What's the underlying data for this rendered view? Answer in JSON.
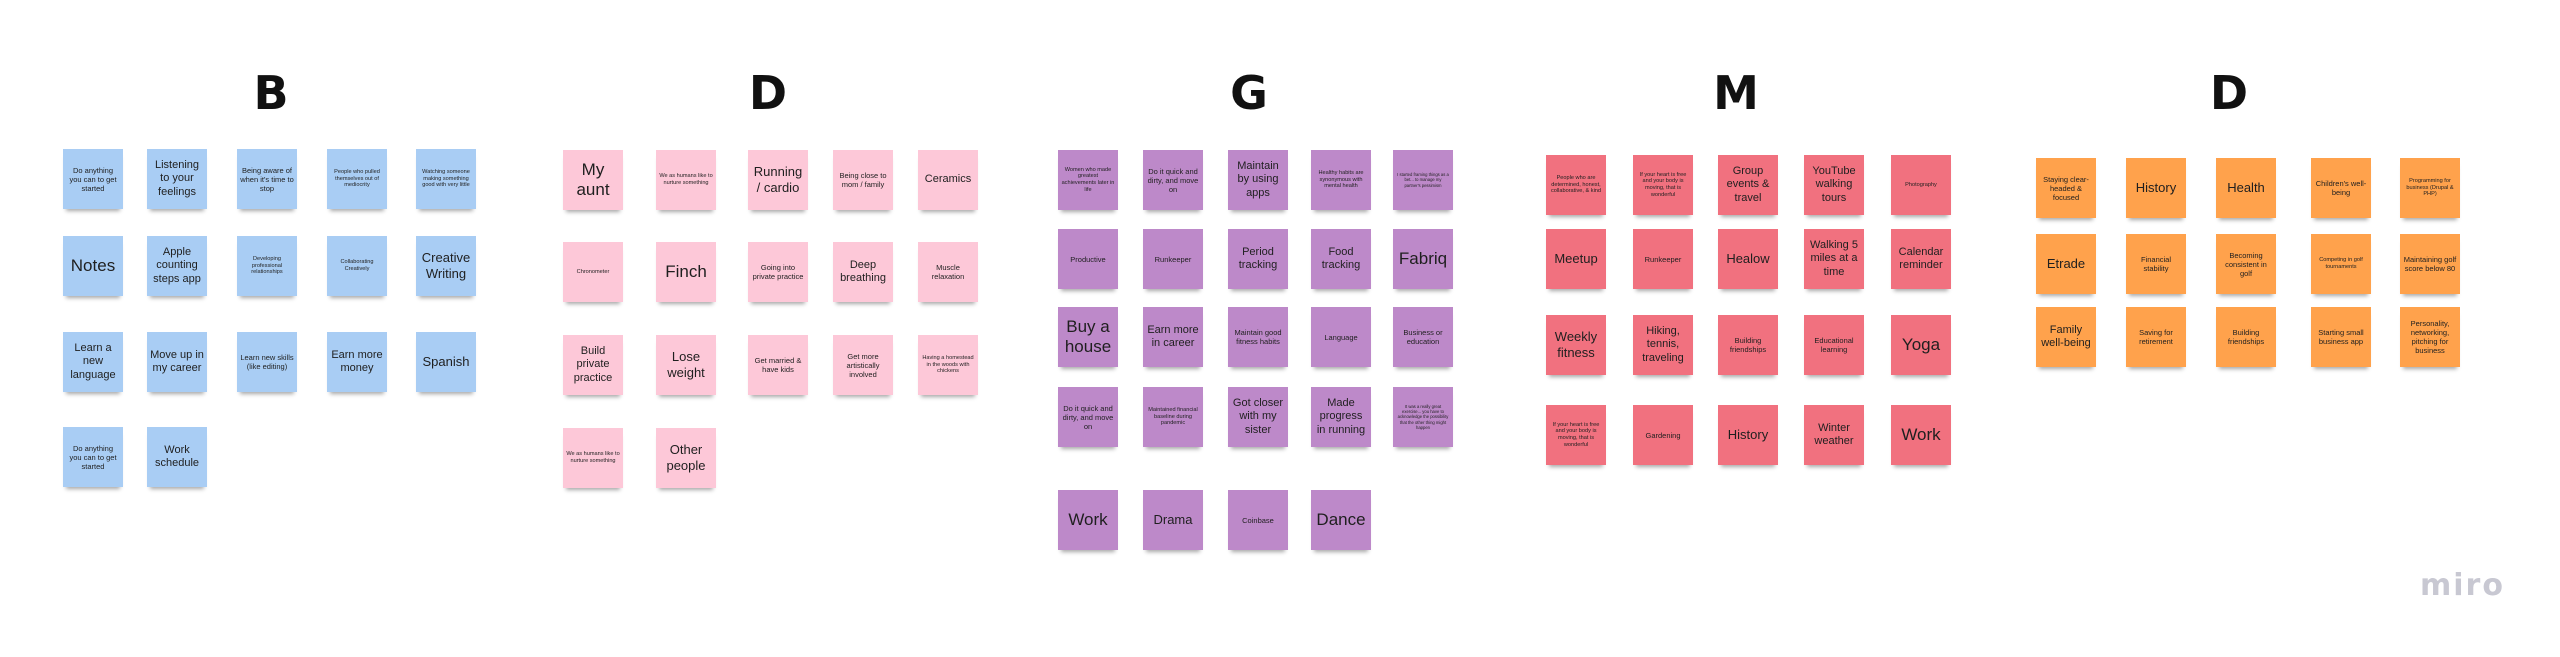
{
  "board": {
    "logo": "miro",
    "colors": {
      "blue": "#a9cdf4",
      "pink": "#fdc8d8",
      "purple": "#bd89c9",
      "red": "#f1717f",
      "orange": "#ffa24c"
    },
    "groups": [
      {
        "title": "B",
        "color": "blue",
        "notes": [
          "Do anything you can to get started",
          "Listening to your feelings",
          "Being aware of when it's time to stop",
          "People who pulled themselves out of mediocrity",
          "Watching someone making something good with very little",
          "Notes",
          "Apple counting steps app",
          "Developing professional relationships",
          "Collaborating Creatively",
          "Creative Writing",
          "Learn a new language",
          "Move up in my career",
          "Learn new skills (like editing)",
          "Earn more money",
          "Spanish",
          "Do anything you can to get started",
          "Work schedule"
        ]
      },
      {
        "title": "D",
        "color": "pink",
        "notes": [
          "My aunt",
          "We as humans like to nurture something",
          "Running / cardio",
          "Being close to mom / family",
          "Ceramics",
          "Chronometer",
          "Finch",
          "Going into private practice",
          "Deep breathing",
          "Muscle relaxation",
          "Build private practice",
          "Lose weight",
          "Get married & have kids",
          "Get more artistically involved",
          "Having a homestead in the woods with chickens",
          "We as humans like to nurture something",
          "Other people"
        ]
      },
      {
        "title": "G",
        "color": "purple",
        "notes": [
          "Women who made greatest achievements later in life",
          "Do it quick and dirty, and move on",
          "Maintain by using apps",
          "Healthy habits are synonymous with mental health",
          "I started framing things as a bet... to manage my partner's pessimism",
          "Productive",
          "Runkeeper",
          "Period tracking",
          "Food tracking",
          "Fabriq",
          "Buy a house",
          "Earn more in career",
          "Maintain good fitness habits",
          "Language",
          "Business or education",
          "Do it quick and dirty, and move on",
          "Maintained financial baseline during pandemic",
          "Got closer with my sister",
          "Made progress in running",
          "It was a really great exercise... you have to acknowledge the possibility that the other thing might happen",
          "Work",
          "Drama",
          "Coinbase",
          "Dance"
        ]
      },
      {
        "title": "M",
        "color": "red",
        "notes": [
          "People who are determined, honest, collaborative, & kind",
          "If your heart is free and your body is moving, that is wonderful",
          "Group events & travel",
          "YouTube walking tours",
          "Photography",
          "Meetup",
          "Runkeeper",
          "Healow",
          "Walking 5 miles at a time",
          "Calendar reminder",
          "Weekly fitness",
          "Hiking, tennis, traveling",
          "Building friendships",
          "Educational learning",
          "Yoga",
          "If your heart is free and your body is moving, that is wonderful",
          "Gardening",
          "History",
          "Winter weather",
          "Work"
        ]
      },
      {
        "title": "D",
        "color": "orange",
        "notes": [
          "Staying clear-headed & focused",
          "History",
          "Health",
          "Children's well-being",
          "Programming for business (Drupal & PHP)",
          "Etrade",
          "Financial stability",
          "Becoming consistent in golf",
          "Competing in golf tournaments",
          "Maintaining golf score below 80",
          "Family well-being",
          "Saving for retirement",
          "Building friendships",
          "Starting small business app",
          "Personality, networking, pitching for business"
        ]
      }
    ]
  }
}
